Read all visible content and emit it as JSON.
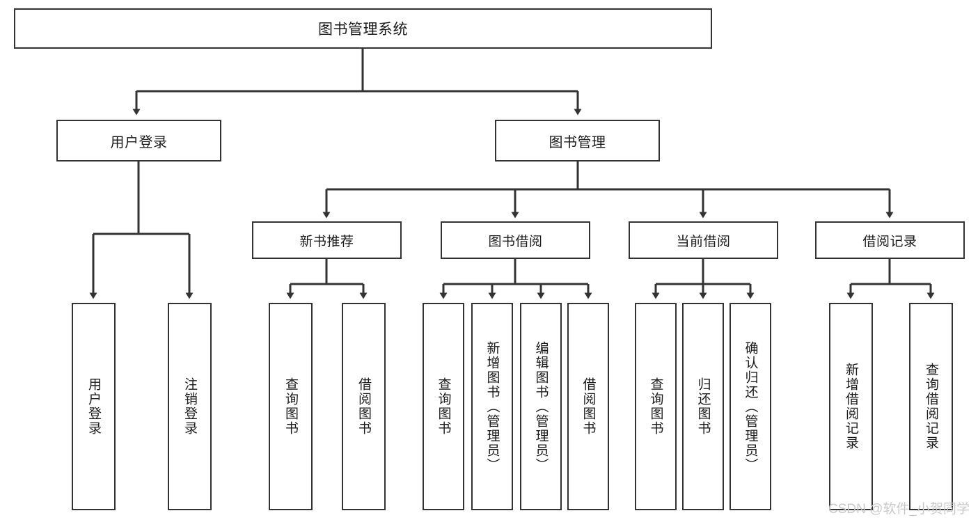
{
  "diagram": {
    "title": "图书管理系统",
    "type": "hierarchy-tree",
    "watermark": "CSDN @软件_小贺同学",
    "colors": {
      "background": "#ffffff",
      "box_border": "#333333",
      "box_fill": "#ffffff",
      "edge": "#333333",
      "text": "#1a1a1a",
      "watermark": "#c9c9c9"
    },
    "nodes": {
      "root": {
        "label": "图书管理系统"
      },
      "level1": [
        {
          "id": "user-login",
          "label": "用户登录"
        },
        {
          "id": "book-manage",
          "label": "图书管理"
        }
      ],
      "level2": [
        {
          "id": "new-book-recommend",
          "label": "新书推荐"
        },
        {
          "id": "book-borrow",
          "label": "图书借阅"
        },
        {
          "id": "current-borrow",
          "label": "当前借阅"
        },
        {
          "id": "borrow-record",
          "label": "借阅记录"
        }
      ],
      "level3": {
        "user-login": [
          {
            "id": "leaf-user-login",
            "label": "用户登录"
          },
          {
            "id": "leaf-logout-login",
            "label": "注销登录"
          }
        ],
        "new-book-recommend": [
          {
            "id": "leaf-query-book-1",
            "label": "查询图书"
          },
          {
            "id": "leaf-borrow-book-1",
            "label": "借阅图书"
          }
        ],
        "book-borrow": [
          {
            "id": "leaf-query-book-2",
            "label": "查询图书"
          },
          {
            "id": "leaf-add-book",
            "label": "新增图书（管理员）"
          },
          {
            "id": "leaf-edit-book",
            "label": "编辑图书（管理员）"
          },
          {
            "id": "leaf-borrow-book-2",
            "label": "借阅图书"
          }
        ],
        "current-borrow": [
          {
            "id": "leaf-query-book-3",
            "label": "查询图书"
          },
          {
            "id": "leaf-return-book",
            "label": "归还图书"
          },
          {
            "id": "leaf-confirm-return",
            "label": "确认归还（管理员）"
          }
        ],
        "borrow-record": [
          {
            "id": "leaf-add-record",
            "label": "新增借阅记录"
          },
          {
            "id": "leaf-query-record",
            "label": "查询借阅记录"
          }
        ]
      }
    }
  }
}
